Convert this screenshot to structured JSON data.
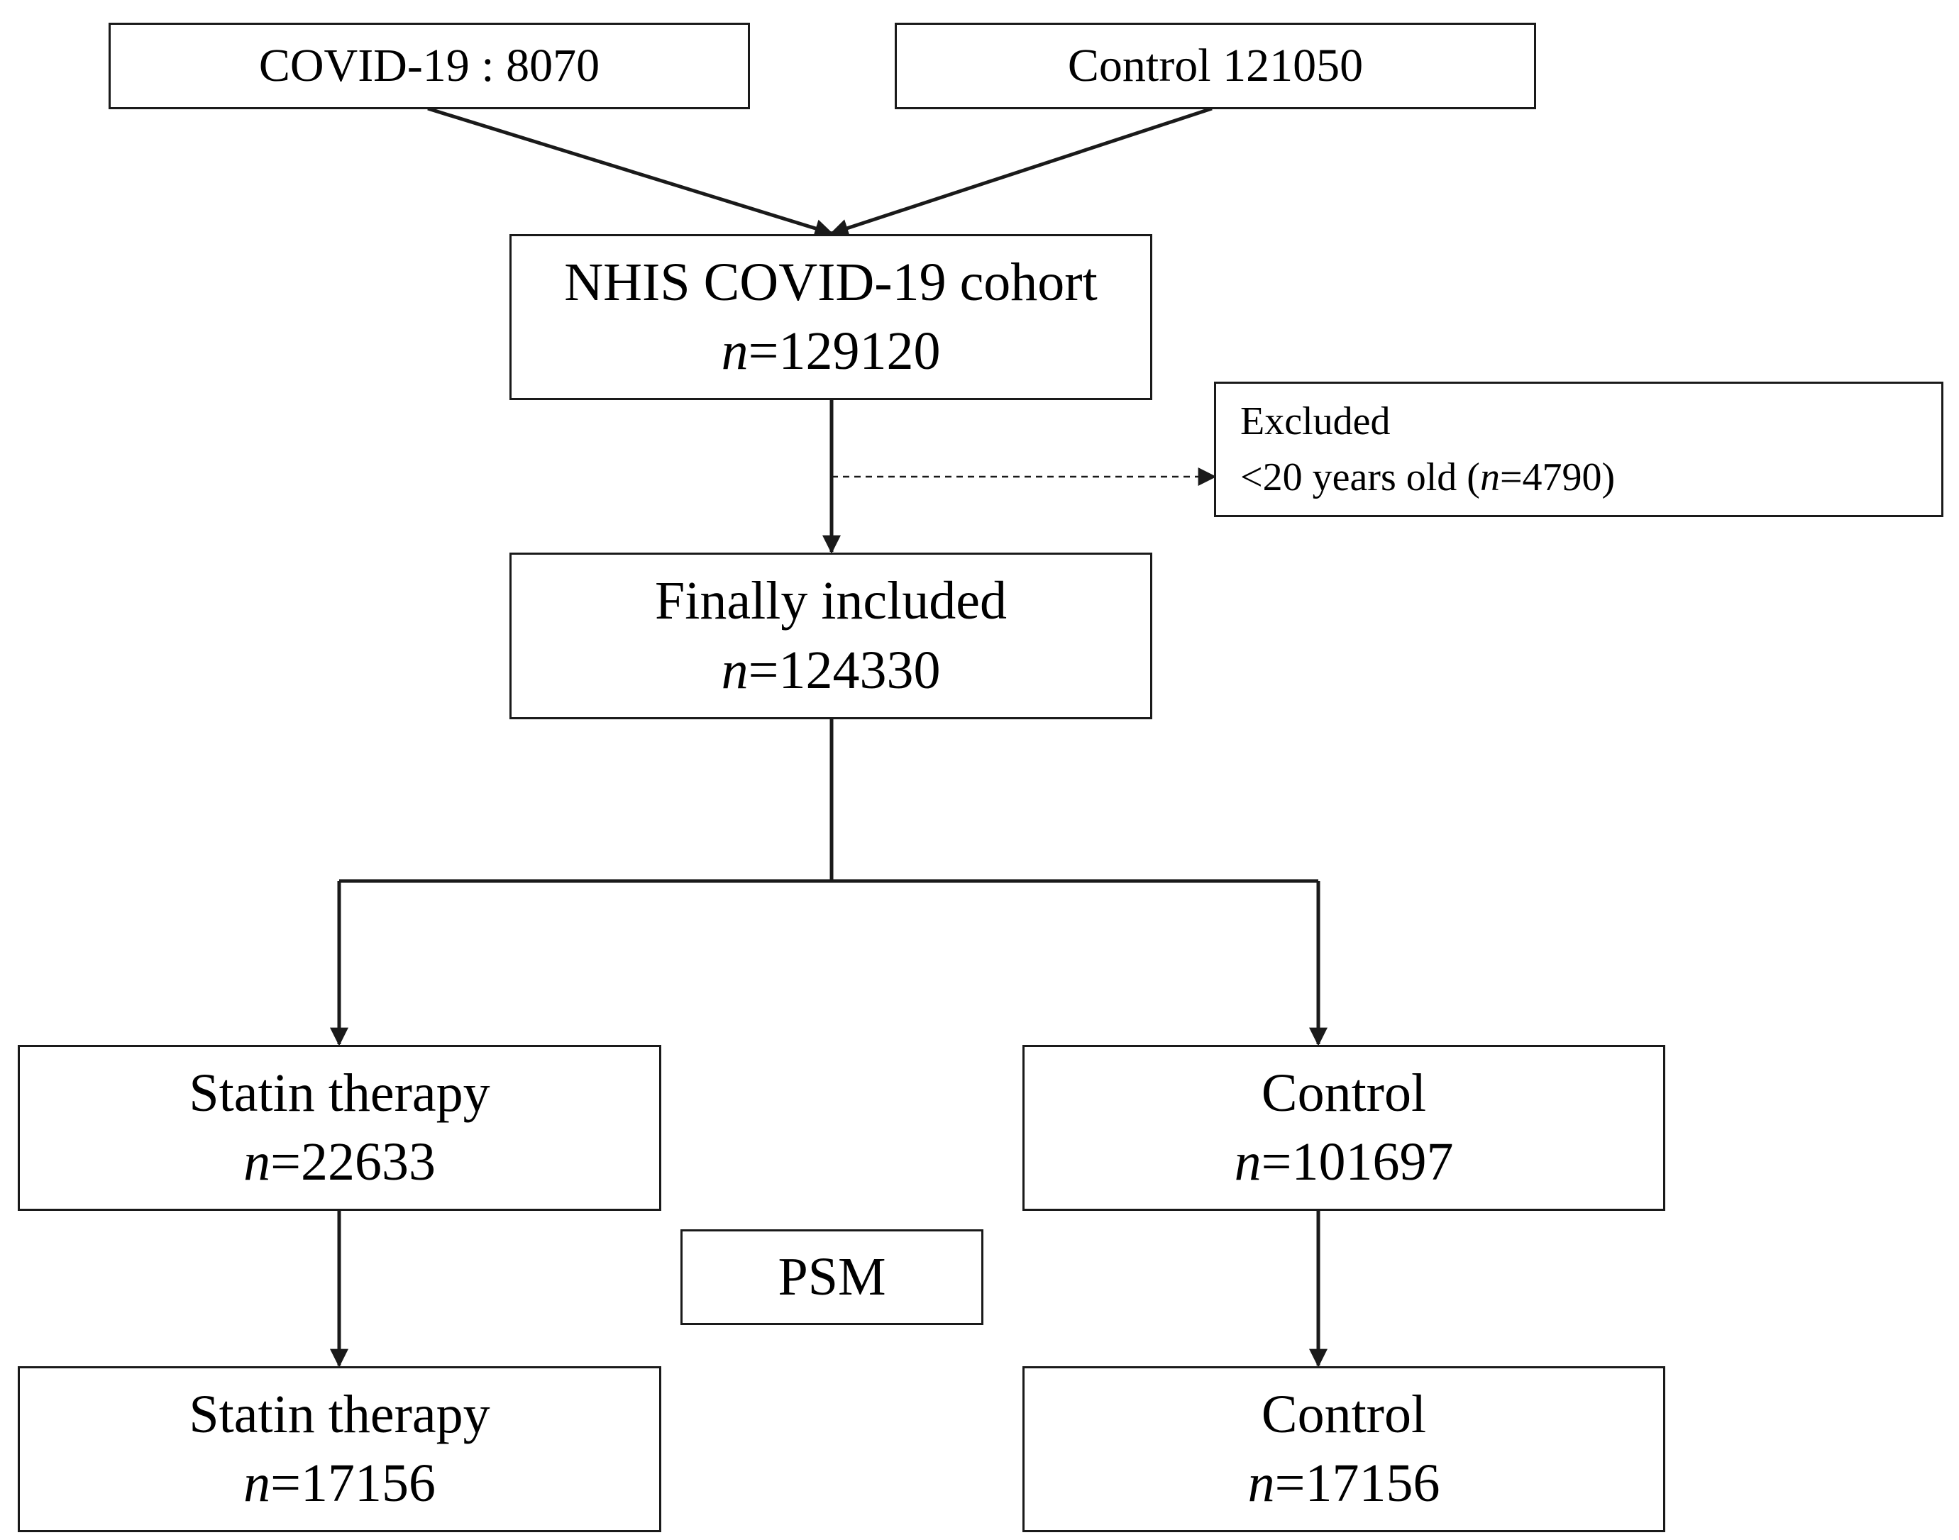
{
  "source_boxes": {
    "covid": "COVID-19 : 8070",
    "control": "Control 121050"
  },
  "cohort": {
    "title": "NHIS COVID-19 cohort",
    "n": "129120"
  },
  "excluded": {
    "title": "Excluded",
    "reason_prefix": "<20 years old (",
    "n": "4790",
    "reason_suffix": ")"
  },
  "included": {
    "title": "Finally included",
    "n": "124330"
  },
  "statin_group": {
    "title": "Statin therapy",
    "n": "22633"
  },
  "control_group": {
    "title": "Control",
    "n": "101697"
  },
  "psm": {
    "label": "PSM"
  },
  "statin_matched": {
    "title": "Statin therapy",
    "n": "17156"
  },
  "control_matched": {
    "title": "Control",
    "n": "17156"
  },
  "n_symbol": "n",
  "equals": "="
}
